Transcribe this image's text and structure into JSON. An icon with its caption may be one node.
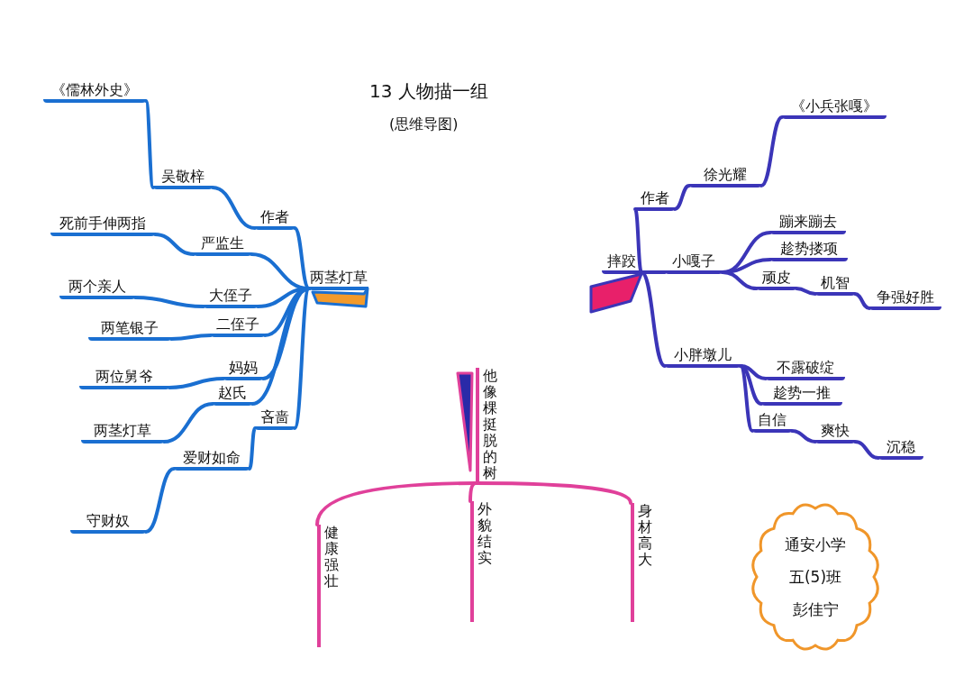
{
  "diagram": {
    "title": "13 人物描一组",
    "nodes": [
      {
        "text": [
          "两茎灯草"
        ]
      },
      {
        "text": [
          "作者"
        ]
      },
      {
        "text": [
          "吴敬梓"
        ]
      },
      {
        "text": [
          "《儒林外史》"
        ]
      },
      {
        "text": [
          "严监生"
        ]
      },
      {
        "text": [
          "死前手伸两指"
        ]
      },
      {
        "text": [
          "大侄子"
        ]
      },
      {
        "text": [
          "两个亲人"
        ]
      },
      {
        "text": [
          "二侄子"
        ]
      },
      {
        "text": [
          "两笔银子"
        ]
      },
      {
        "text": [
          "妈妈"
        ]
      },
      {
        "text": [
          "两位舅爷"
        ]
      },
      {
        "text": [
          "赵氏"
        ]
      },
      {
        "text": [
          "两茎灯草"
        ]
      },
      {
        "text": [
          "吝啬"
        ]
      },
      {
        "text": [
          "爱财如命"
        ]
      },
      {
        "text": [
          "守财奴"
        ]
      },
      {
        "text": [
          "摔跤"
        ]
      },
      {
        "text": [
          "作者"
        ]
      },
      {
        "text": [
          "徐光耀"
        ]
      },
      {
        "text": [
          "《小兵张嘎》"
        ]
      },
      {
        "text": [
          "小嘎子"
        ]
      },
      {
        "text": [
          "蹦来蹦去"
        ]
      },
      {
        "text": [
          "趁势搂项"
        ]
      },
      {
        "text": [
          "顽皮"
        ]
      },
      {
        "text": [
          "机智"
        ]
      },
      {
        "text": [
          "争强好胜"
        ]
      },
      {
        "text": [
          "小胖墩儿"
        ]
      },
      {
        "text": [
          "不露破绽"
        ]
      },
      {
        "text": [
          "趁势一推"
        ]
      },
      {
        "text": [
          "自信"
        ]
      },
      {
        "text": [
          "爽快"
        ]
      },
      {
        "text": [
          "沉稳"
        ]
      },
      {
        "text": [
          "他像棵挺脱的树"
        ]
      },
      {
        "text": [
          "健康强壮"
        ]
      },
      {
        "text": [
          "外貌结实"
        ]
      },
      {
        "text": [
          "身材高大"
        ]
      },
      {
        "text": [
          "通安小学",
          "五(5)班",
          "彭佳宁"
        ]
      }
    ],
    "edges": [
      {
        "from": 0,
        "to": 1,
        "arrow": "none"
      },
      {
        "from": 1,
        "to": 2,
        "arrow": "none"
      },
      {
        "from": 2,
        "to": 3,
        "arrow": "none"
      },
      {
        "from": 0,
        "to": 4,
        "arrow": "none"
      },
      {
        "from": 4,
        "to": 5,
        "arrow": "none"
      },
      {
        "from": 0,
        "to": 6,
        "arrow": "none"
      },
      {
        "from": 6,
        "to": 7,
        "arrow": "none"
      },
      {
        "from": 0,
        "to": 8,
        "arrow": "none"
      },
      {
        "from": 8,
        "to": 9,
        "arrow": "none"
      },
      {
        "from": 0,
        "to": 10,
        "arrow": "none"
      },
      {
        "from": 10,
        "to": 11,
        "arrow": "none"
      },
      {
        "from": 0,
        "to": 12,
        "arrow": "none"
      },
      {
        "from": 12,
        "to": 13,
        "arrow": "none"
      },
      {
        "from": 0,
        "to": 14,
        "arrow": "none"
      },
      {
        "from": 14,
        "to": 15,
        "arrow": "none"
      },
      {
        "from": 15,
        "to": 16,
        "arrow": "none"
      },
      {
        "from": 17,
        "to": 18,
        "arrow": "none",
        "color": "#3b35b8"
      },
      {
        "from": 18,
        "to": 19,
        "arrow": "none",
        "color": "#3b35b8"
      },
      {
        "from": 19,
        "to": 20,
        "arrow": "none",
        "color": "#3b35b8"
      },
      {
        "from": 17,
        "to": 21,
        "arrow": "none",
        "color": "#3b35b8"
      },
      {
        "from": 21,
        "to": 22,
        "arrow": "none",
        "color": "#3b35b8"
      },
      {
        "from": 21,
        "to": 23,
        "arrow": "none",
        "color": "#3b35b8"
      },
      {
        "from": 21,
        "to": 24,
        "arrow": "none",
        "color": "#3b35b8"
      },
      {
        "from": 24,
        "to": 25,
        "arrow": "none",
        "color": "#3b35b8"
      },
      {
        "from": 25,
        "to": 26,
        "arrow": "none",
        "color": "#3b35b8"
      },
      {
        "from": 17,
        "to": 27,
        "arrow": "none",
        "color": "#3b35b8"
      },
      {
        "from": 27,
        "to": 28,
        "arrow": "none",
        "color": "#3b35b8"
      },
      {
        "from": 27,
        "to": 29,
        "arrow": "none",
        "color": "#3b35b8"
      },
      {
        "from": 27,
        "to": 30,
        "arrow": "none",
        "color": "#3b35b8"
      },
      {
        "from": 30,
        "to": 31,
        "arrow": "none",
        "color": "#3b35b8"
      },
      {
        "from": 31,
        "to": 32,
        "arrow": "none",
        "color": "#3b35b8"
      },
      {
        "from": 33,
        "to": 34,
        "arrow": "none",
        "color": "#e0409a"
      },
      {
        "from": 33,
        "to": 35,
        "arrow": "none",
        "color": "#e0409a"
      },
      {
        "from": 33,
        "to": 36,
        "arrow": "none",
        "color": "#e0409a"
      }
    ],
    "labels": [
      "(思维导图)"
    ]
  }
}
